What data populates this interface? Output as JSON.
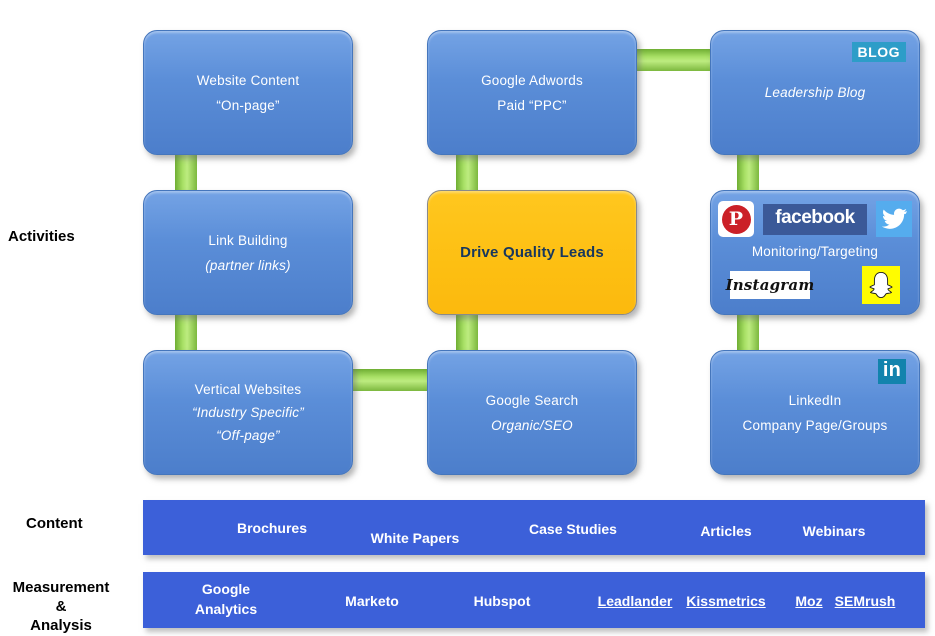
{
  "side_labels": {
    "activities": "Activities",
    "content": "Content",
    "measurement": [
      "Measurement",
      "&",
      "Analysis"
    ]
  },
  "boxes": {
    "website_content": {
      "title": "Website Content",
      "subtitle": "“On-page”"
    },
    "google_adwords": {
      "title": "Google Adwords",
      "subtitle": "Paid “PPC”"
    },
    "leadership_blog": {
      "title": "Leadership Blog",
      "badge": "BLOG"
    },
    "link_building": {
      "title": "Link Building",
      "subtitle": "(partner links)"
    },
    "drive_quality_leads": {
      "title": "Drive Quality Leads"
    },
    "social_monitoring": {
      "title": "Monitoring/Targeting",
      "pinterest_letter": "P",
      "facebook_wordmark": "facebook",
      "instagram_wordmark": "Instagram"
    },
    "vertical_websites": {
      "title": "Vertical Websites",
      "subtitle": "“Industry Specific”",
      "subtitle2": "“Off-page”"
    },
    "google_search": {
      "title": "Google Search",
      "subtitle": "Organic/SEO"
    },
    "linkedin": {
      "title": "LinkedIn",
      "subtitle": "Company Page/Groups",
      "badge": "in"
    }
  },
  "content_bar": {
    "items": [
      {
        "label": "Brochures"
      },
      {
        "label": "White Papers"
      },
      {
        "label": "Case Studies"
      },
      {
        "label": "Articles"
      },
      {
        "label": "Webinars"
      }
    ]
  },
  "measurement_bar": {
    "items": [
      {
        "label": "Google Analytics",
        "underline": false
      },
      {
        "label": "Marketo",
        "underline": false
      },
      {
        "label": "Hubspot",
        "underline": false
      },
      {
        "label": "Leadlander",
        "underline": true
      },
      {
        "label": "Kissmetrics",
        "underline": true
      },
      {
        "label": "Moz",
        "underline": true
      },
      {
        "label": "SEMrush",
        "underline": true
      }
    ]
  },
  "colors": {
    "box_blue": "#5b8ed8",
    "center_orange": "#fdbf12",
    "center_text": "#17375e",
    "connector_green": "#a8e065",
    "bar_blue": "#3c60d9",
    "blog_badge": "#2d9dc8",
    "linkedin_badge": "#1283ad",
    "facebook_navy": "#3b5998",
    "twitter_blue": "#55acee",
    "pinterest_red": "#cb2027",
    "snapchat_yellow": "#fffc00"
  }
}
